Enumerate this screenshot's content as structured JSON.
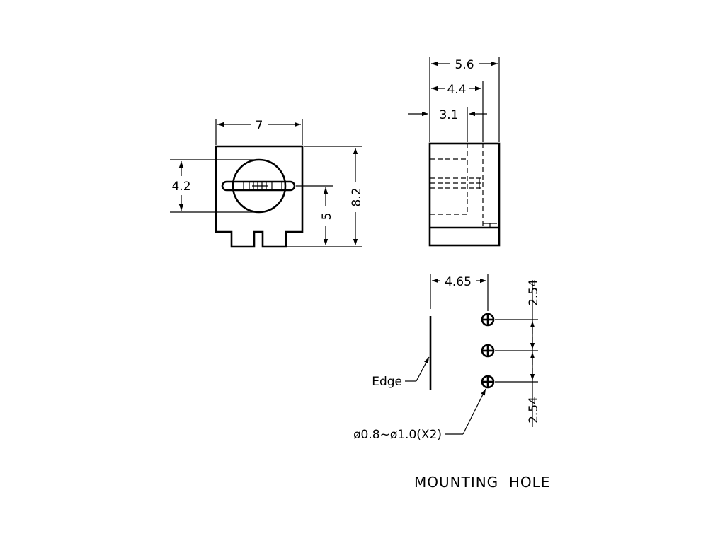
{
  "front_view": {
    "width_dim": "7",
    "height_dim": "8.2",
    "shaft_dim": "4.2",
    "center_dim": "5"
  },
  "side_view": {
    "total_depth_dim": "5.6",
    "mid_depth_dim": "4.4",
    "inner_depth_dim": "3.1"
  },
  "mounting_hole": {
    "edge_offset_dim": "4.65",
    "pitch_top_dim": "2.54",
    "pitch_bottom_dim": "2.54",
    "edge_label": "Edge",
    "hole_diameter_label": "ø0.8~ø1.0(X2)",
    "title": "MOUNTING  HOLE"
  }
}
